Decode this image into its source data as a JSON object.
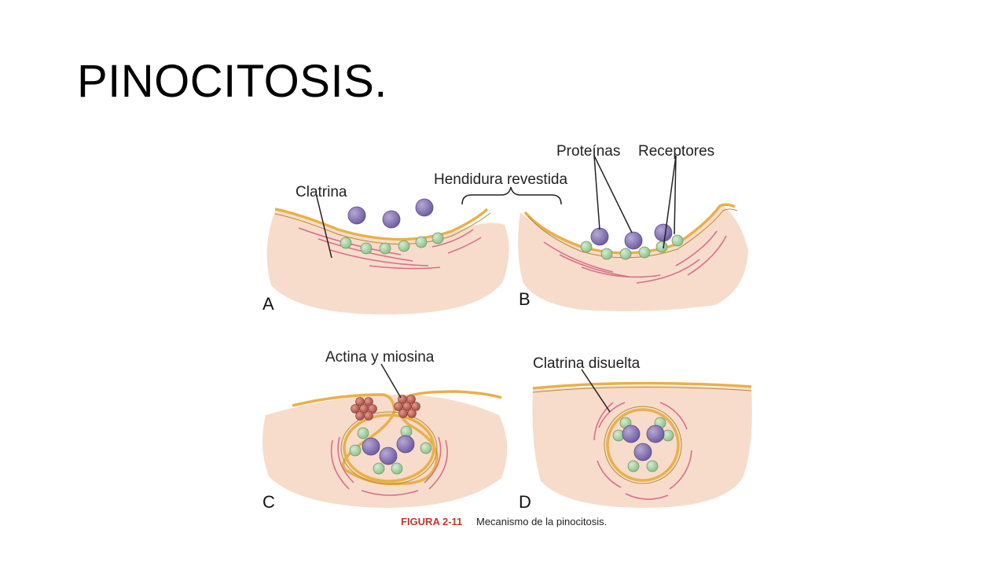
{
  "slide": {
    "title": "PINOCITOSIS."
  },
  "figure": {
    "labels": {
      "clatrina": "Clatrina",
      "hendidura": "Hendidura revestida",
      "proteinas": "Proteínas",
      "receptores": "Receptores",
      "actina": "Actina y miosina",
      "clatrina_disuelta": "Clatrina disuelta"
    },
    "panels": {
      "a": "A",
      "b": "B",
      "c": "C",
      "d": "D"
    },
    "caption": {
      "number": "FIGURA 2-11",
      "text": "Mecanismo de la pinocitosis."
    }
  },
  "colors": {
    "cytoplasm": "#f7dccb",
    "membrane": "#e9b04a",
    "clathrin": "#d8708a",
    "protein": "#8a76b4",
    "receptor": "#a9cfa4",
    "actin": "#c0685c"
  }
}
